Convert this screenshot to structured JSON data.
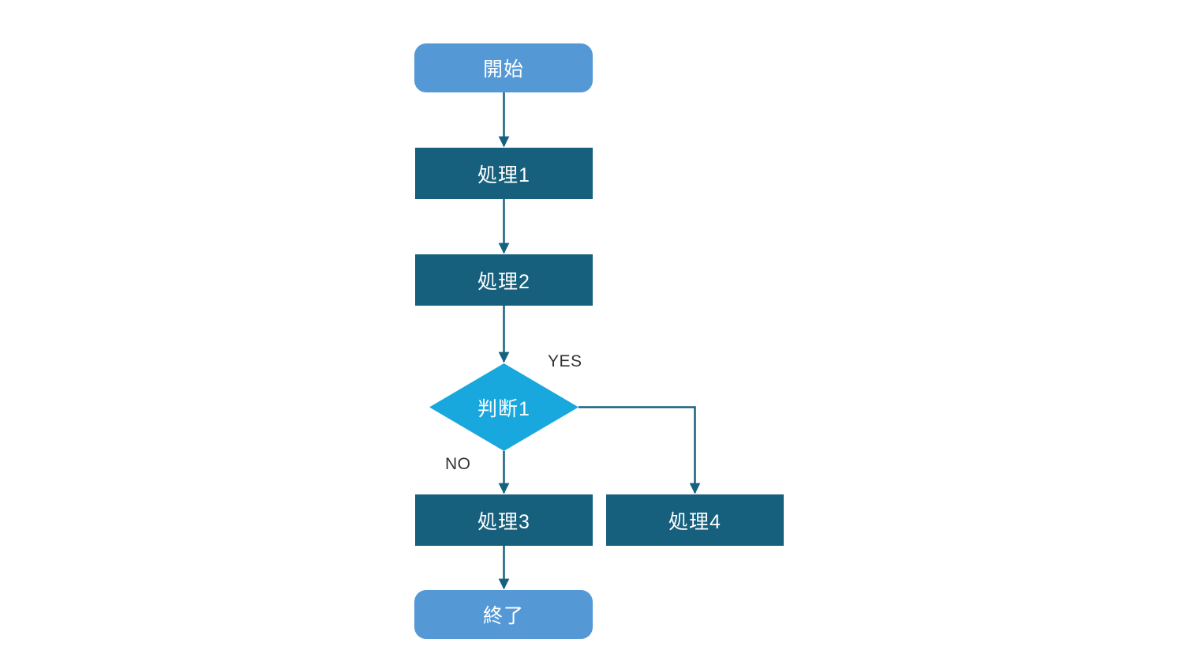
{
  "diagram": {
    "type": "flowchart",
    "background": "#ffffff",
    "colors": {
      "terminal_fill": "#5499D6",
      "process_fill": "#16607E",
      "decision_fill": "#18A8DE",
      "connector": "#16617F",
      "node_text": "#ffffff",
      "branch_label_text": "#333333"
    },
    "nodes": [
      {
        "id": "start",
        "type": "terminal",
        "label": "開始"
      },
      {
        "id": "process1",
        "type": "process",
        "label": "処理1"
      },
      {
        "id": "process2",
        "type": "process",
        "label": "処理2"
      },
      {
        "id": "decision1",
        "type": "decision",
        "label": "判断1"
      },
      {
        "id": "process3",
        "type": "process",
        "label": "処理3"
      },
      {
        "id": "process4",
        "type": "process",
        "label": "処理4"
      },
      {
        "id": "end",
        "type": "terminal",
        "label": "終了"
      }
    ],
    "branch_labels": {
      "yes": "YES",
      "no": "NO"
    },
    "edges": [
      {
        "from": "開始",
        "to": "処理1",
        "label": ""
      },
      {
        "from": "処理1",
        "to": "処理2",
        "label": ""
      },
      {
        "from": "処理2",
        "to": "判断1",
        "label": ""
      },
      {
        "from": "判断1",
        "to": "処理3",
        "label": "NO"
      },
      {
        "from": "判断1",
        "to": "処理4",
        "label": "YES"
      },
      {
        "from": "処理3",
        "to": "終了",
        "label": ""
      }
    ]
  }
}
